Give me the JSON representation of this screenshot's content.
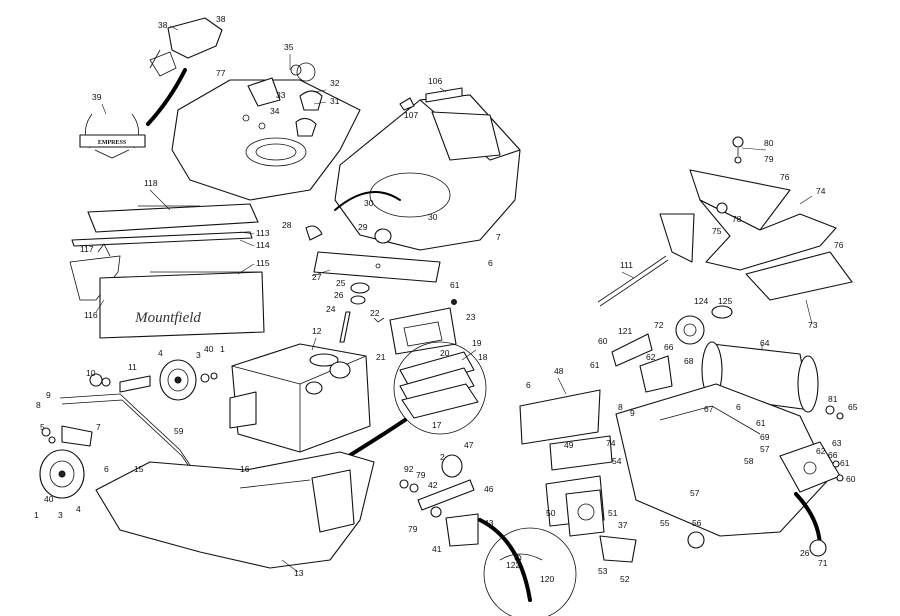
{
  "brand_decal": "Mountfield",
  "emblem_text": "EMPRESS",
  "callouts": {
    "p1": "38",
    "p2": "38",
    "p3": "39",
    "p4": "77",
    "p5": "35",
    "p6": "32",
    "p7": "31",
    "p8": "33",
    "p9": "34",
    "p10": "106",
    "p11": "107",
    "p12": "30",
    "p13": "30",
    "p14": "29",
    "p15": "28",
    "p16": "7",
    "p17": "6",
    "p18": "27",
    "p19": "118",
    "p20": "113",
    "p21": "117",
    "p22": "114",
    "p23": "115",
    "p24": "116",
    "p25": "25",
    "p26": "26",
    "p27": "22",
    "p28": "24",
    "p29": "61",
    "p30": "23",
    "p31": "21",
    "p32": "12",
    "p33": "20",
    "p34": "19",
    "p35": "18",
    "p36": "17",
    "p37": "10",
    "p38": "11",
    "p39": "4",
    "p40": "3",
    "p41": "40",
    "p42": "1",
    "p43": "9",
    "p44": "8",
    "p45": "5",
    "p46": "7",
    "p47": "59",
    "p48": "6",
    "p49": "15",
    "p50": "16",
    "p51": "13",
    "p52": "1",
    "p53": "40",
    "p54": "3",
    "p55": "4",
    "p56": "47",
    "p57": "2",
    "p58": "92",
    "p59": "79",
    "p60": "42",
    "p61": "46",
    "p62": "79",
    "p63": "43",
    "p64": "41",
    "p65": "122",
    "p66": "120",
    "p67": "80",
    "p68": "79",
    "p69": "76",
    "p70": "74",
    "p71": "78",
    "p72": "75",
    "p73": "76",
    "p74": "111",
    "p75": "73",
    "p76": "124",
    "p77": "125",
    "p78": "64",
    "p79": "121",
    "p80": "72",
    "p81": "60",
    "p82": "61",
    "p83": "66",
    "p84": "62",
    "p85": "68",
    "p86": "6",
    "p87": "48",
    "p88": "8",
    "p89": "9",
    "p90": "67",
    "p91": "6",
    "p92": "61",
    "p93": "69",
    "p94": "57",
    "p95": "58",
    "p96": "49",
    "p97": "74",
    "p98": "54",
    "p99": "57",
    "p100": "50",
    "p101": "51",
    "p102": "37",
    "p103": "55",
    "p104": "56",
    "p105": "53",
    "p106": "52",
    "p107": "81",
    "p108": "65",
    "p109": "63",
    "p110": "62",
    "p111": "61",
    "p112": "66",
    "p113": "60",
    "p114": "71",
    "p115": "26"
  }
}
